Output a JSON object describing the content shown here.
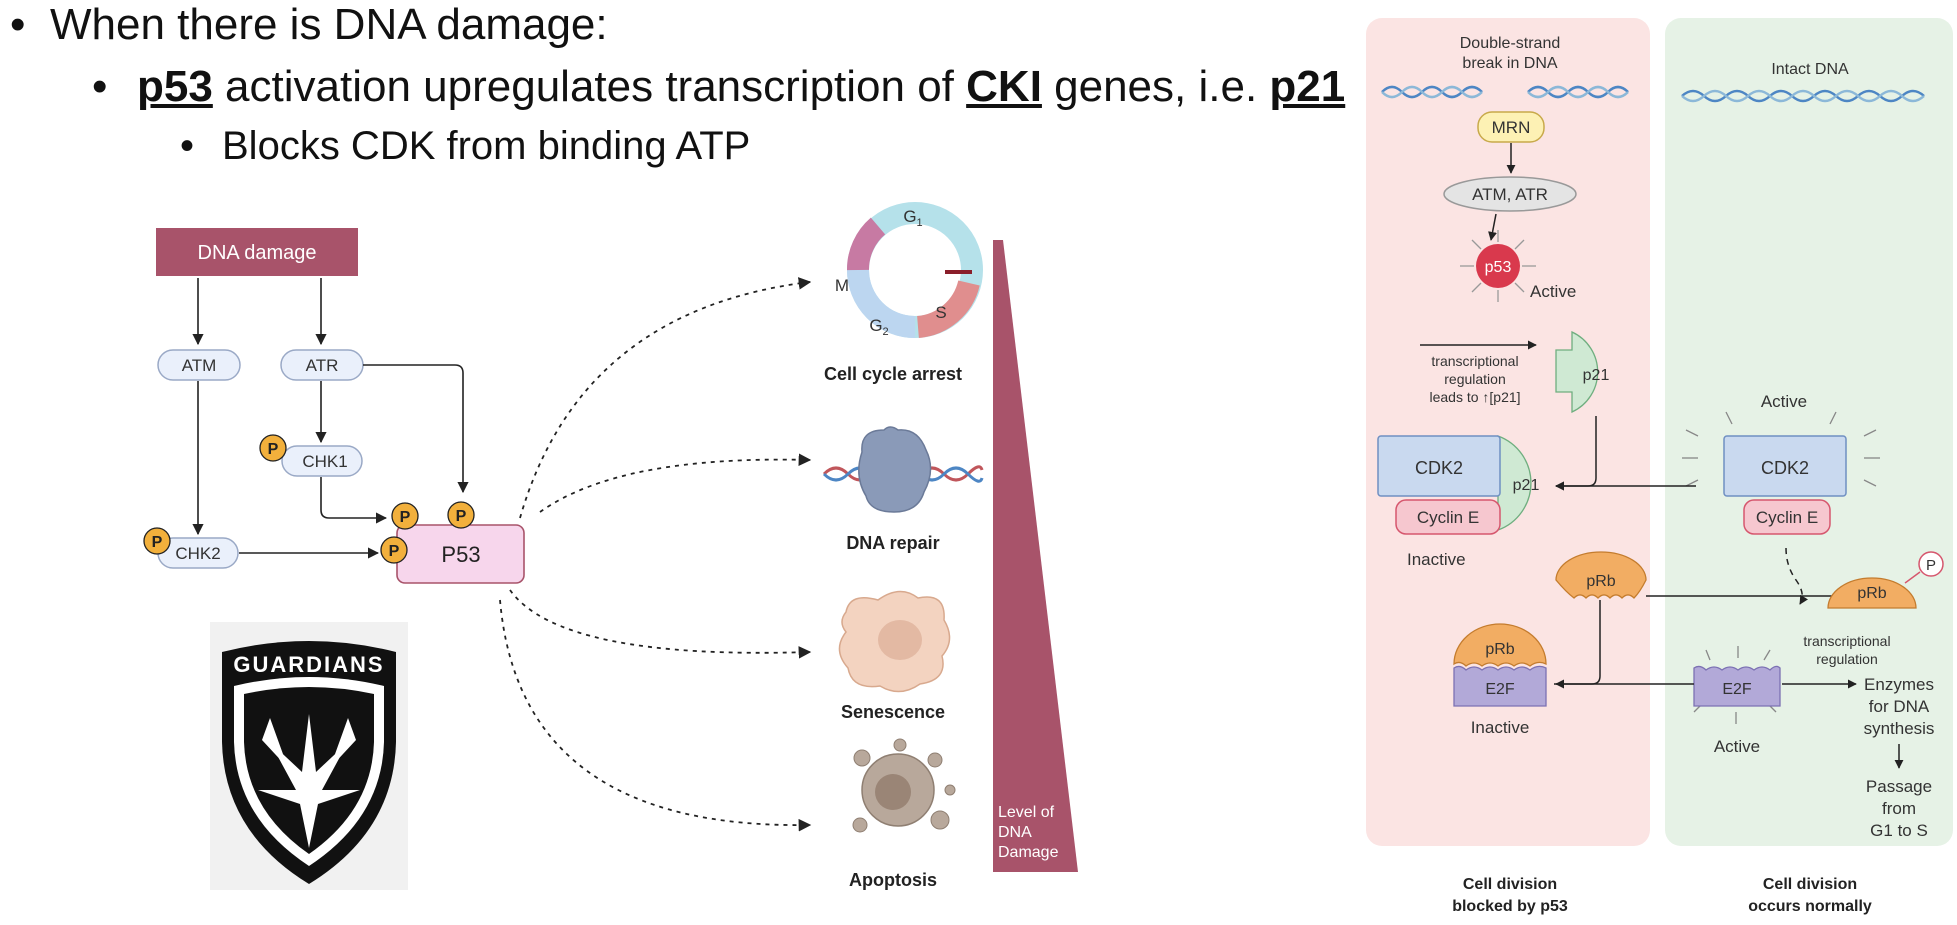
{
  "bullets": {
    "line1": "When there is DNA damage:",
    "line2": {
      "p53": "p53",
      "t1": " activation upregulates transcription of ",
      "cki": "CKI",
      "t2": " genes, i.e. ",
      "p21": "p21"
    },
    "line3": "Blocks CDK from binding ATP",
    "bullet_glyph": "•"
  },
  "left_diagram": {
    "dna_damage": "DNA damage",
    "atm": "ATM",
    "atr": "ATR",
    "chk1": "CHK1",
    "chk2": "CHK2",
    "p53": "P53",
    "phospho": "P",
    "cycle": {
      "g1": "G",
      "g1_sub": "1",
      "g2": "G",
      "g2_sub": "2",
      "m": "M",
      "s": "S"
    },
    "outcomes": [
      "Cell cycle arrest",
      "DNA repair",
      "Senescence",
      "Apoptosis"
    ],
    "gradient_label": [
      "Level of",
      "DNA",
      "Damage"
    ]
  },
  "logo": {
    "text": "GUARDIANS",
    "icon": "guardians-shield-logo"
  },
  "right_diagram": {
    "left_panel": {
      "dsb": [
        "Double-strand",
        "break in DNA"
      ],
      "mrn": "MRN",
      "atm_atr": "ATM, ATR",
      "p53": "p53",
      "active": "Active",
      "regulation": [
        "transcriptional",
        "regulation",
        "leads to ↑[p21]"
      ],
      "p21": "p21",
      "cdk2": "CDK2",
      "cyclin_e": "Cyclin E",
      "complex_p21": "p21",
      "inactive": "Inactive",
      "prb": "pRb",
      "e2f_prb": "pRb",
      "e2f": "E2F",
      "inactive2": "Inactive",
      "caption": [
        "Cell division",
        "blocked by p53"
      ]
    },
    "right_panel": {
      "intact": "Intact DNA",
      "active": "Active",
      "cdk2": "CDK2",
      "cyclin_e": "Cyclin E",
      "prb": "pRb",
      "p": "P",
      "regulation": [
        "transcriptional",
        "regulation"
      ],
      "e2f": "E2F",
      "active2": "Active",
      "enzymes": [
        "Enzymes",
        "for DNA",
        "synthesis"
      ],
      "passage": [
        "Passage",
        "from",
        "G1 to S"
      ],
      "caption": [
        "Cell division",
        "occurs normally"
      ]
    },
    "colors": {
      "left_bg": "#fbe4e3",
      "right_bg": "#e6f2e6",
      "p21": "#cfe9d3",
      "cdk2": "#c9d9ef",
      "cyclin": "#f6c7cf",
      "prb": "#f2ad63",
      "e2f": "#b2a9d8",
      "p53": "#d9394d"
    }
  }
}
